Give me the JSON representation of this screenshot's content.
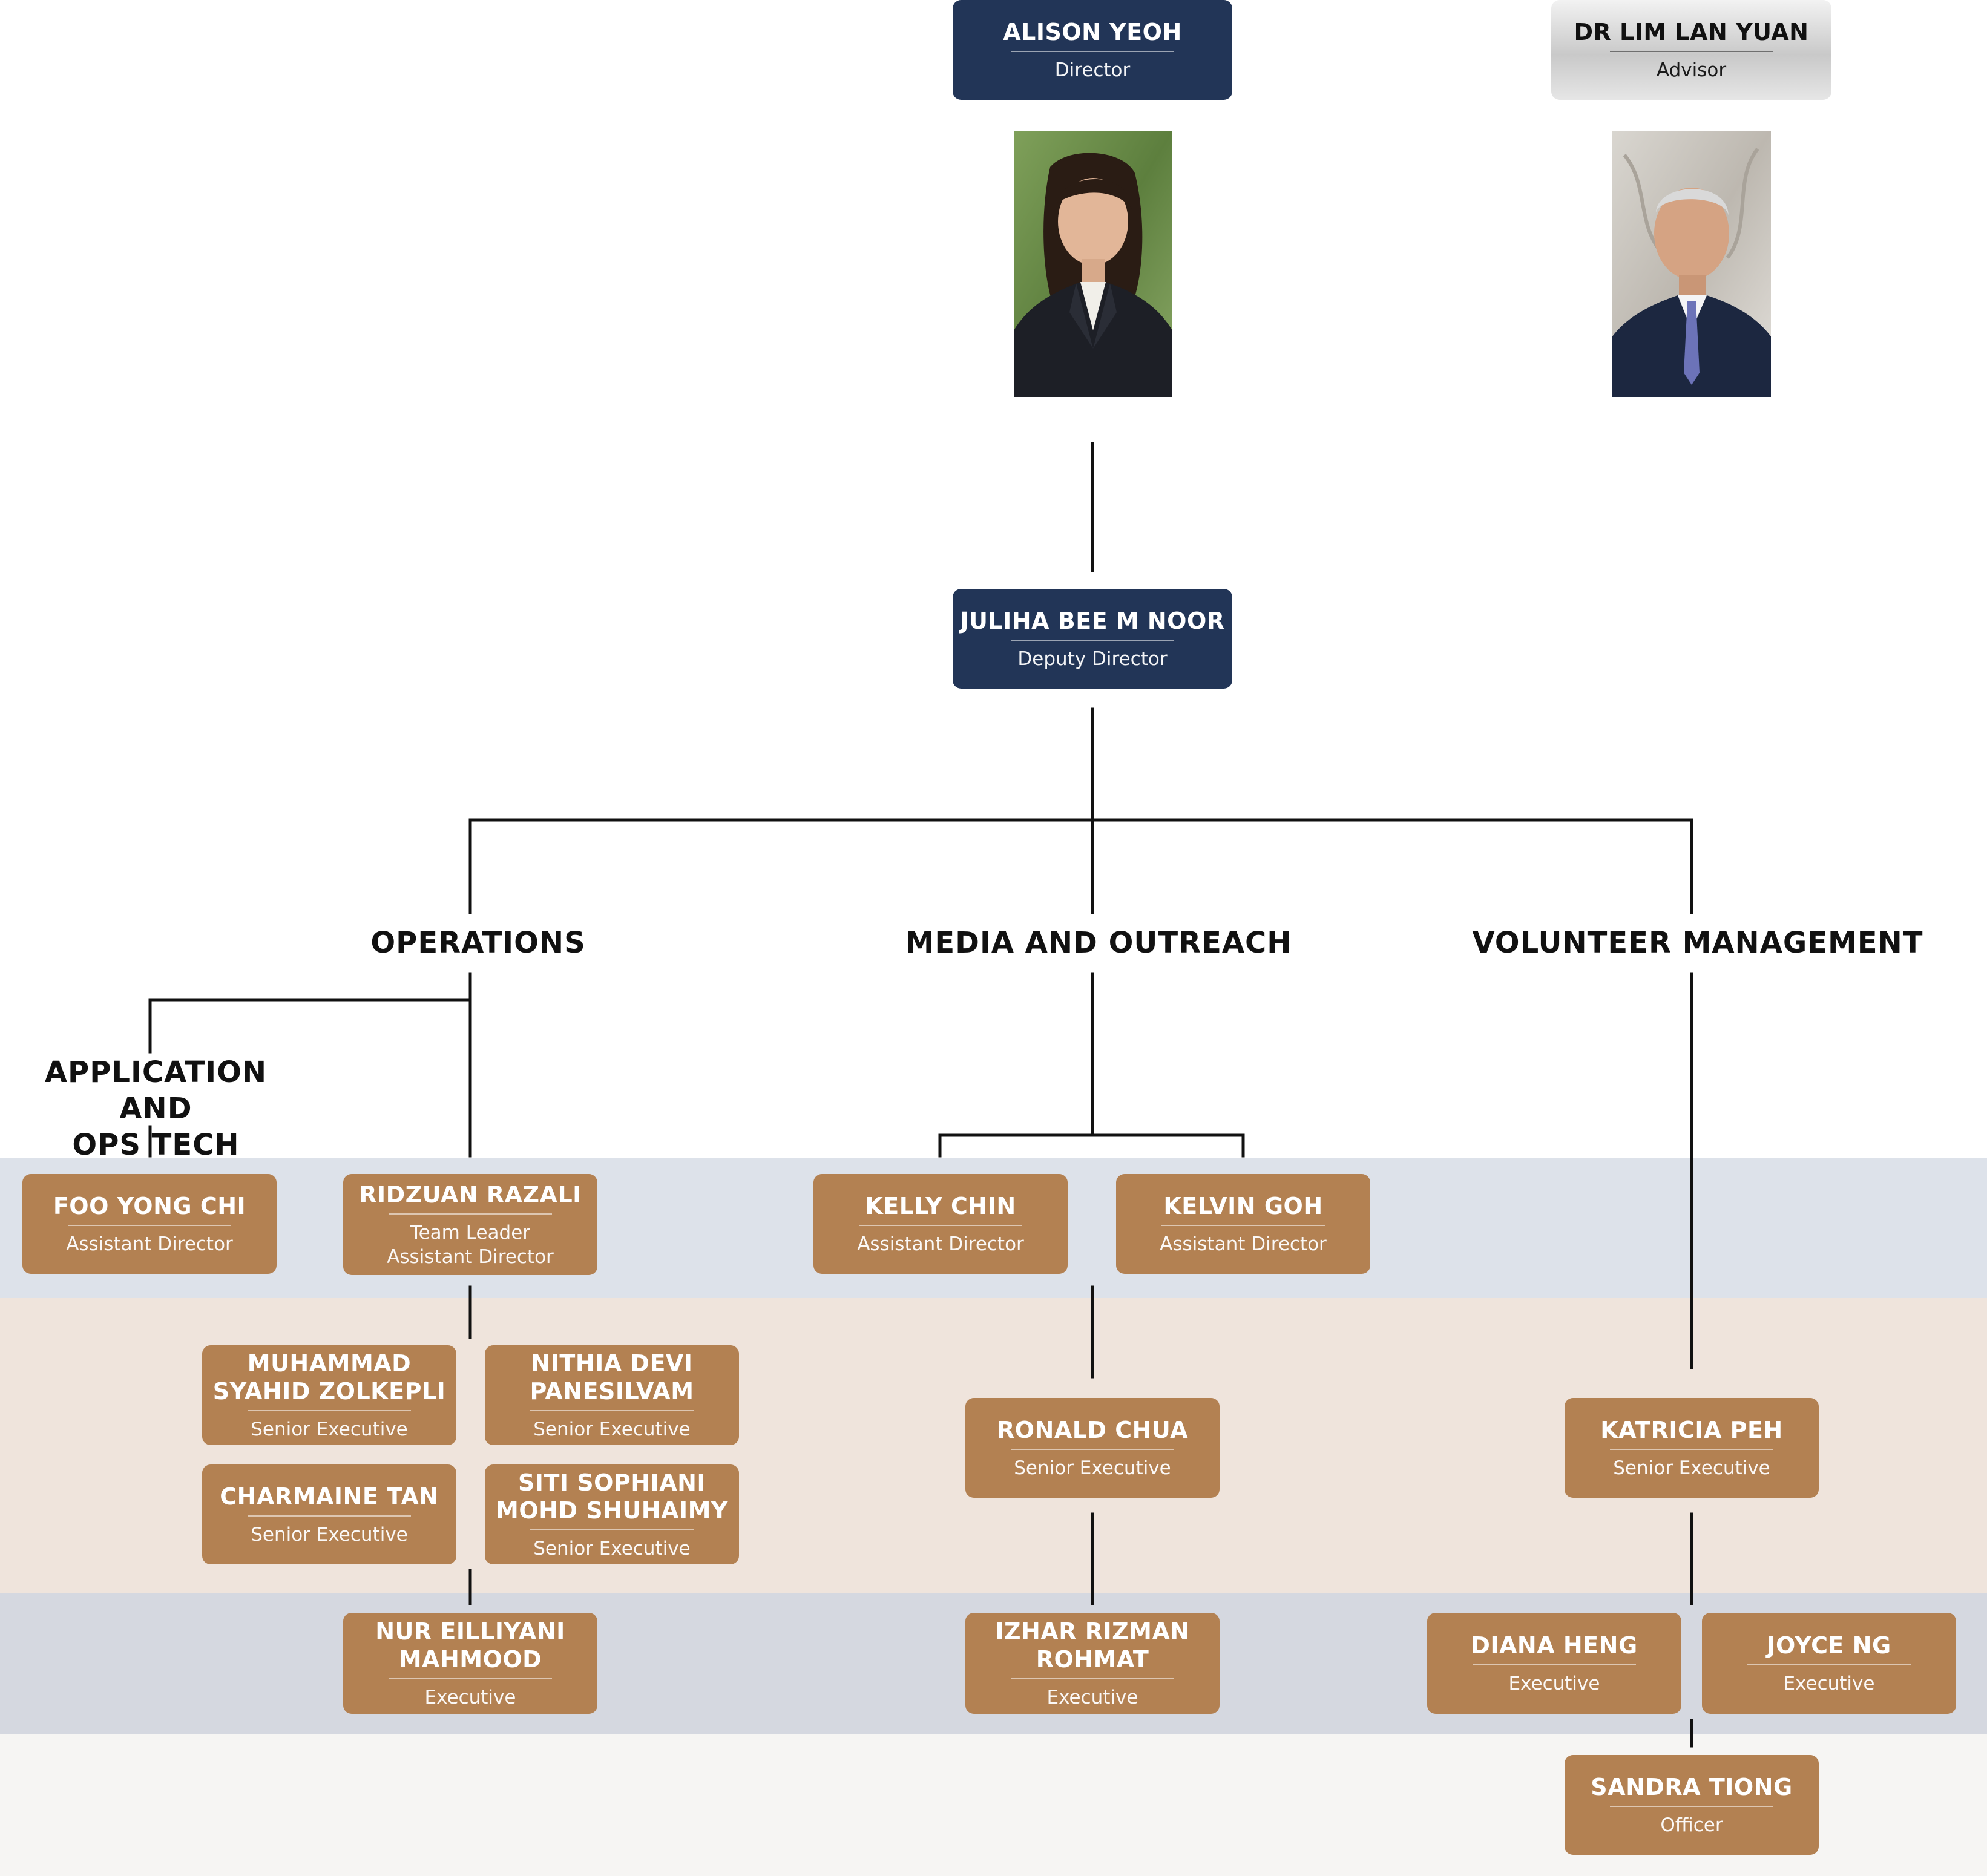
{
  "colors": {
    "navy": "#223557",
    "tan": "#b38152",
    "silver": "#cfcfcf",
    "band_1": "#dde2ea",
    "band_2": "#efe4dc",
    "band_3": "#d5d8e0",
    "band_4": "#f6f5f3",
    "line": "#111111"
  },
  "leadership": {
    "director": {
      "name": "ALISON YEOH",
      "role": "Director"
    },
    "advisor": {
      "name": "DR LIM LAN YUAN",
      "role": "Advisor"
    },
    "deputy": {
      "name": "JULIHA BEE M NOOR",
      "role": "Deputy Director"
    }
  },
  "departments": {
    "operations": "OPERATIONS",
    "media": "MEDIA AND OUTREACH",
    "volunteer": "VOLUNTEER MANAGEMENT",
    "app_ops_tech": "APPLICATION AND\nOPS TECH"
  },
  "staff": {
    "foo_yong_chi": {
      "name": "FOO YONG CHI",
      "role": "Assistant Director"
    },
    "ridzuan_razali": {
      "name": "RIDZUAN RAZALI",
      "role": "Team Leader\nAssistant Director"
    },
    "kelly_chin": {
      "name": "KELLY CHIN",
      "role": "Assistant Director"
    },
    "kelvin_goh": {
      "name": "KELVIN GOH",
      "role": "Assistant Director"
    },
    "muhammad_syahid": {
      "name": "MUHAMMAD\nSYAHID ZOLKEPLI",
      "role": "Senior Executive"
    },
    "nithia_devi": {
      "name": "NITHIA DEVI\nPANESILVAM",
      "role": "Senior Executive"
    },
    "charmaine_tan": {
      "name": "CHARMAINE TAN",
      "role": "Senior Executive"
    },
    "siti_sophiani": {
      "name": "SITI SOPHIANI\nMOHD SHUHAIMY",
      "role": "Senior Executive"
    },
    "ronald_chua": {
      "name": "RONALD CHUA",
      "role": "Senior Executive"
    },
    "katricia_peh": {
      "name": "KATRICIA PEH",
      "role": "Senior Executive"
    },
    "nur_eilliyani": {
      "name": "NUR EILLIYANI\nMAHMOOD",
      "role": "Executive"
    },
    "izhar_rizman": {
      "name": "IZHAR RIZMAN\nROHMAT",
      "role": "Executive"
    },
    "diana_heng": {
      "name": "DIANA HENG",
      "role": "Executive"
    },
    "joyce_ng": {
      "name": "JOYCE NG",
      "role": "Executive"
    },
    "sandra_tiong": {
      "name": "SANDRA TIONG",
      "role": "Officer"
    }
  }
}
